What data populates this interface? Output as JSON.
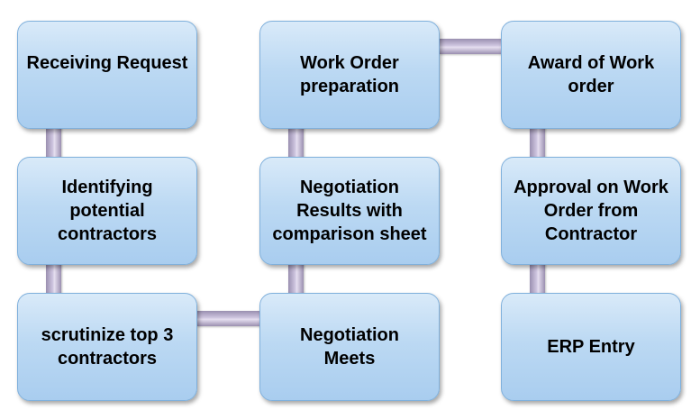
{
  "boxes": {
    "receiving_request": "Receiving Request",
    "identifying_contractors": "Identifying\npotential\ncontractors",
    "scrutinize_top3": "scrutinize top 3\ncontractors",
    "work_order_preparation": "Work Order\npreparation",
    "negotiation_results": "Negotiation\nResults with\ncomparison sheet",
    "negotiation_meets": "Negotiation\nMeets",
    "award_of_work_order": "Award of Work\norder",
    "approval_on_work_order": "Approval on Work\nOrder from\nContractor",
    "erp_entry": "ERP Entry"
  },
  "colors": {
    "box_fill_top": "#d9eaf9",
    "box_fill_bottom": "#a9cdef",
    "box_border": "#7fb0dc",
    "connector": "#b8aed0"
  }
}
